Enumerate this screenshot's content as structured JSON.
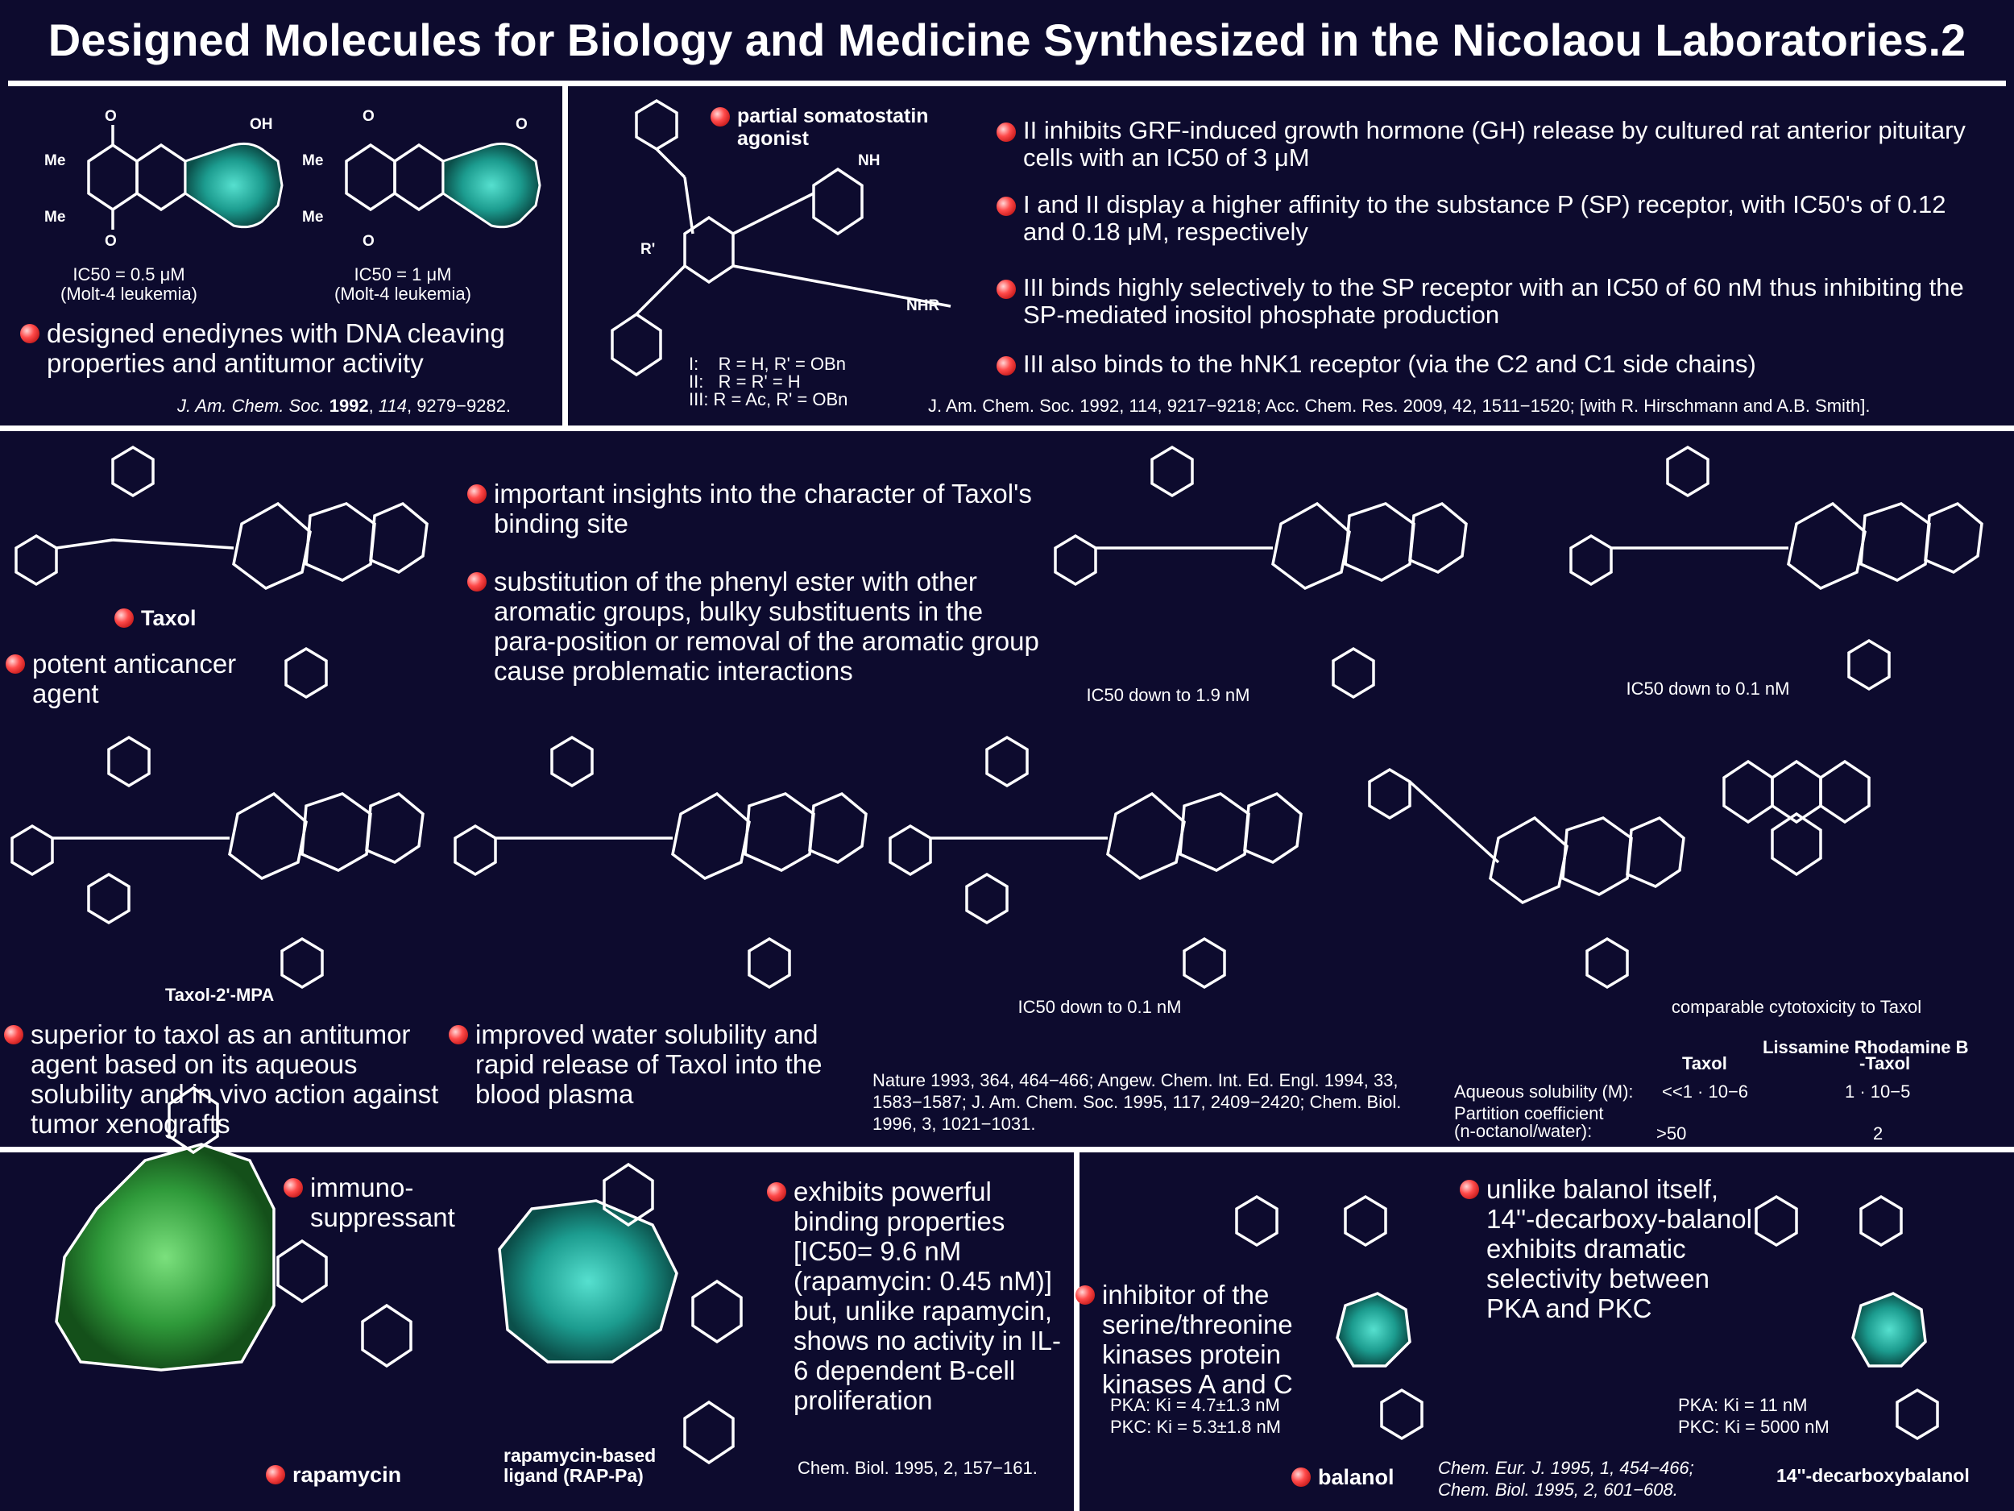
{
  "title": "Designed Molecules for Biology and Medicine Synthesized in the Nicolaou Laboratories.2",
  "colors": {
    "background": "#0d0b2e",
    "teal": "#1fa69a",
    "green": "#2f9a3a",
    "bullet": "#e02020",
    "text": "#ffffff"
  },
  "enediynes": {
    "ic50_1": "IC50 = 0.5 μM",
    "cell_1": "(Molt-4 leukemia)",
    "ic50_2": "IC50 = 1 μM",
    "cell_2": "(Molt-4 leukemia)",
    "bullet": "designed enediynes with DNA cleaving properties and antitumor activity",
    "ref_journal": "J. Am. Chem. Soc.",
    "ref_year": "1992",
    "ref_vol": "114",
    "ref_pages": ", 9279−9282."
  },
  "somatostatin": {
    "label": "partial somatostatin agonist",
    "r_line1": "I:    R = H, R' = OBn",
    "r_line2": "II:   R = R' = H",
    "r_line3": "III: R = Ac, R' = OBn",
    "b1": "II inhibits GRF-induced growth hormone (GH) release by cultured rat anterior pituitary cells with an IC50 of 3 μM",
    "b2": "I and II display a higher affinity to the substance P (SP) receptor, with IC50's of 0.12 and 0.18 μM, respectively",
    "b3": "III binds highly selectively to the SP receptor with an IC50 of 60 nM thus inhibiting the SP-mediated inositol phosphate production",
    "b4": "III also binds to the hNK1 receptor (via the C2 and C1 side chains)",
    "ref": "J. Am. Chem. Soc. 1992, 114, 9217−9218; Acc. Chem. Res. 2009, 42, 1511−1520; [with R. Hirschmann and A.B. Smith]."
  },
  "taxol": {
    "name": "Taxol",
    "bullet_potent": "potent anticancer agent",
    "b1": "important insights into the character of Taxol's binding site",
    "b2": "substitution of the phenyl ester with other aromatic groups, bulky substituents in the para-position or removal of the aromatic group cause problematic interactions",
    "ic50_a": "IC50 down to 1.9 nM",
    "ic50_b": "IC50 down to 0.1 nM",
    "mpa_name": "Taxol-2'-MPA",
    "b_mpa": "superior to taxol as an antitumor agent based on its aqueous solubility and in vivo action against tumor xenografts",
    "b_water": "improved water solubility and rapid release of Taxol into the blood plasma",
    "ic50_c": "IC50 down to 0.1 nM",
    "cyto": "comparable cytotoxicity to Taxol",
    "ref": "Nature 1993, 364, 464−466; Angew. Chem. Int. Ed. Engl. 1994, 33, 1583−1587; J. Am. Chem. Soc. 1995, 117, 2409−2420; Chem. Biol. 1996, 3, 1021−1031.",
    "table": {
      "col1": "Taxol",
      "col2a": "Lissamine Rhodamine B",
      "col2b": "-Taxol",
      "row1_label": "Aqueous solubility (M):",
      "row1_v1": "<<1 · 10−6",
      "row1_v2": "1 · 10−5",
      "row2_label_a": "Partition coefficient",
      "row2_label_b": "(n-octanol/water):",
      "row2_v1": ">50",
      "row2_v2": "2"
    }
  },
  "rapamycin": {
    "b1": "immuno-suppressant",
    "name": "rapamycin",
    "ligand_name_1": "rapamycin-based",
    "ligand_name_2": "ligand (RAP-Pa)",
    "b2": "exhibits powerful binding properties [IC50= 9.6 nM (rapamycin: 0.45 nM)] but, unlike rapamycin, shows no activity in IL-6 dependent B-cell proliferation",
    "ref": "Chem. Biol. 1995, 2, 157−161."
  },
  "balanol": {
    "b1": "inhibitor of the serine/threonine kinases protein kinases A and C",
    "pka": "PKA: Ki = 4.7±1.3 nM",
    "pkc": "PKC: Ki = 5.3±1.8 nM",
    "name": "balanol",
    "b2": "unlike balanol itself, 14''-decarboxy-balanol exhibits dramatic selectivity between PKA and PKC",
    "pka2": "PKA: Ki = 11 nM",
    "pkc2": "PKC: Ki = 5000 nM",
    "name2": "14''-decarboxybalanol",
    "ref1": "Chem. Eur. J. 1995, 1, 454−466;",
    "ref2": "Chem. Biol. 1995, 2, 601−608."
  }
}
